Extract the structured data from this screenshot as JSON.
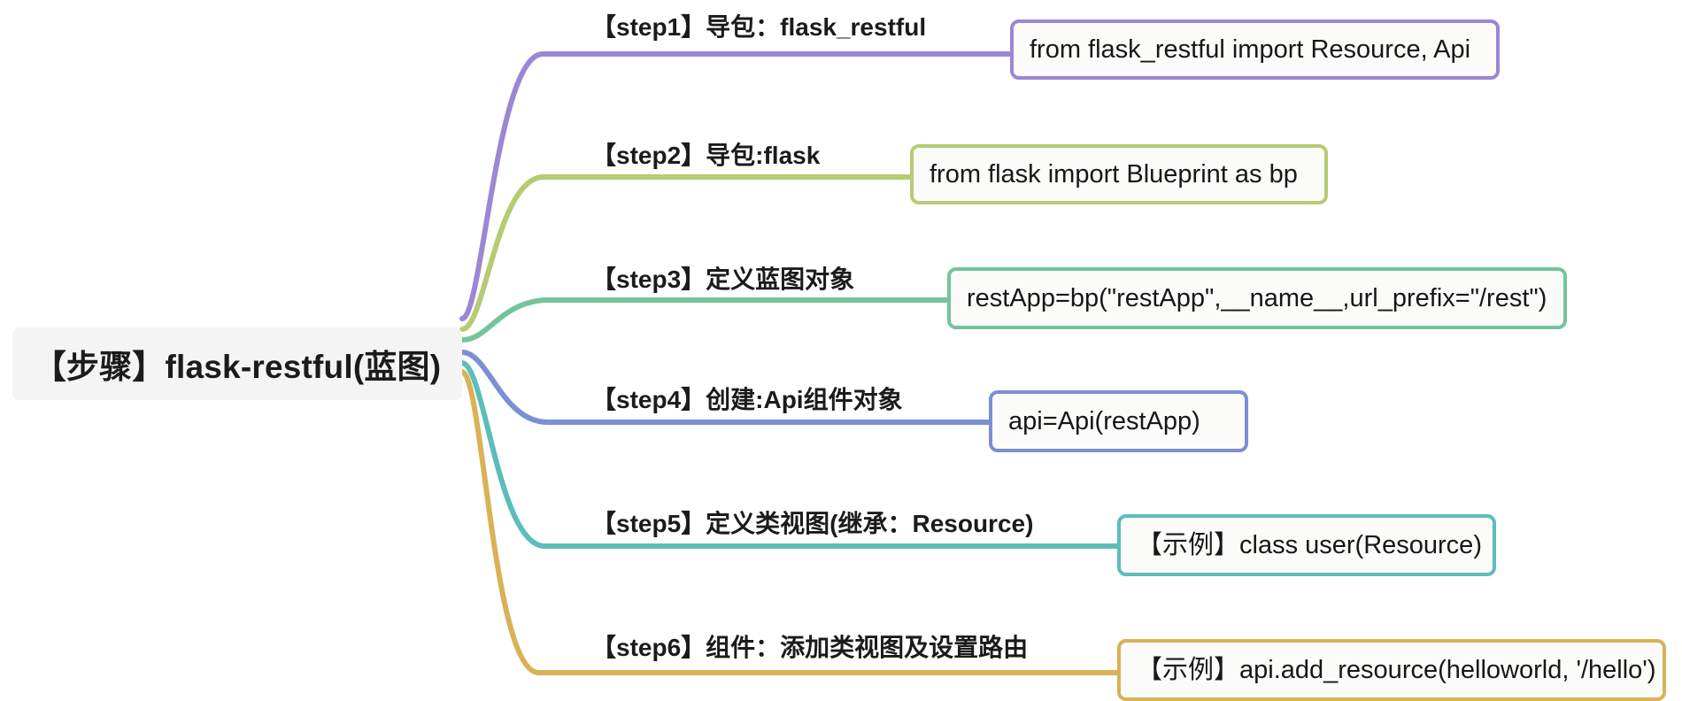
{
  "diagram": {
    "type": "mindmap",
    "title": "【步骤】flask-restful(蓝图)",
    "root": {
      "label": "【步骤】flask-restful(蓝图)",
      "background": "#f4f4f4"
    },
    "branches": [
      {
        "id": "step1",
        "label": "【step1】导包：flask_restful",
        "color": "#9b87d4",
        "leaf": "from flask_restful import Resource, Api"
      },
      {
        "id": "step2",
        "label": "【step2】导包:flask",
        "color": "#b5cc72",
        "leaf": "from flask import Blueprint as bp"
      },
      {
        "id": "step3",
        "label": "【step3】定义蓝图对象",
        "color": "#74c49a",
        "leaf": "restApp=bp(\"restApp\",__name__,url_prefix=\"/rest\")"
      },
      {
        "id": "step4",
        "label": "【step4】创建:Api组件对象",
        "color": "#7b8fd4",
        "leaf": "api=Api(restApp)"
      },
      {
        "id": "step5",
        "label": "【step5】定义类视图(继承：Resource)",
        "color": "#5cbdbb",
        "leaf": "【示例】class user(Resource)"
      },
      {
        "id": "step6",
        "label": "【step6】组件：添加类视图及设置路由",
        "color": "#d9b257",
        "leaf": "【示例】api.add_resource(helloworld, '/hello')"
      }
    ]
  }
}
